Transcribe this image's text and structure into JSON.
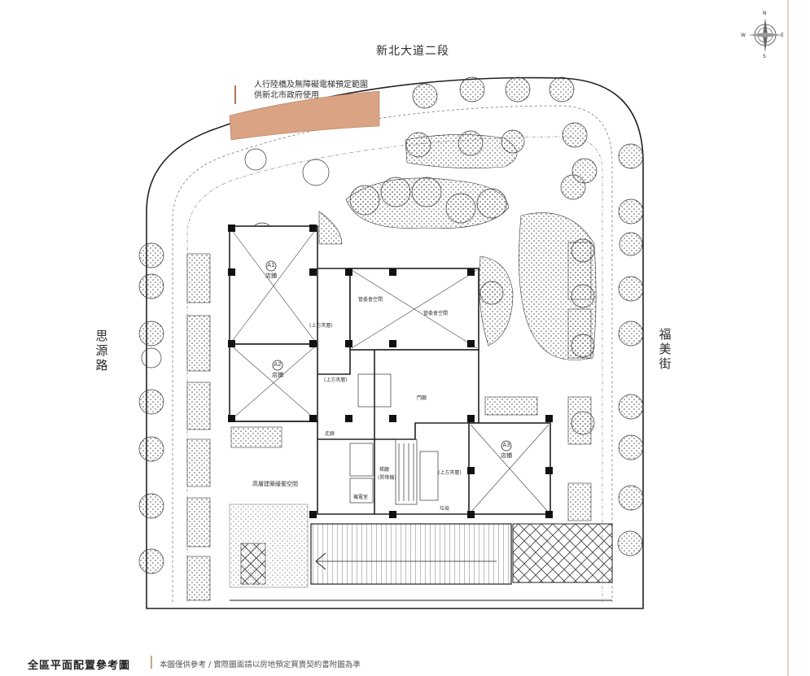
{
  "roads": {
    "north": "新北大道二段",
    "west": "思源路",
    "east": "福美街"
  },
  "note": {
    "line1": "人行陸橋及無障礙電梯預定範圍",
    "line2": "供新北市政府使用"
  },
  "units": {
    "a1": {
      "label": "A1",
      "sub": "店鋪"
    },
    "a2": {
      "label": "A2",
      "sub": "店鋪"
    },
    "a3": {
      "label": "A3",
      "sub": "店鋪"
    }
  },
  "rooms": {
    "mgmt_office": "管委會空間",
    "community_space": "管委會空間",
    "lobby": "門廳",
    "mezzanine_1": "(上方夾層)",
    "mezzanine_2": "(上方夾層)",
    "mezzanine_3": "(上方夾層)",
    "highrise_buffer": "高層建築緩衝空間",
    "stairs": "梯廳",
    "corridor": "走廊",
    "elevator": "(昇降機)",
    "trash": "垃圾",
    "electrical": "機電室"
  },
  "compass": {
    "n": "N",
    "s": "S",
    "e": "E",
    "w": "W"
  },
  "footer": {
    "title": "全區平面配置參考圖",
    "disclaimer": "本圖僅供參考 / 實際圖面請以房地預定買賣契約書附圖為準"
  },
  "colors": {
    "reserved_area": "#d9a384",
    "accent": "#c8a98a",
    "line": "#222222"
  }
}
